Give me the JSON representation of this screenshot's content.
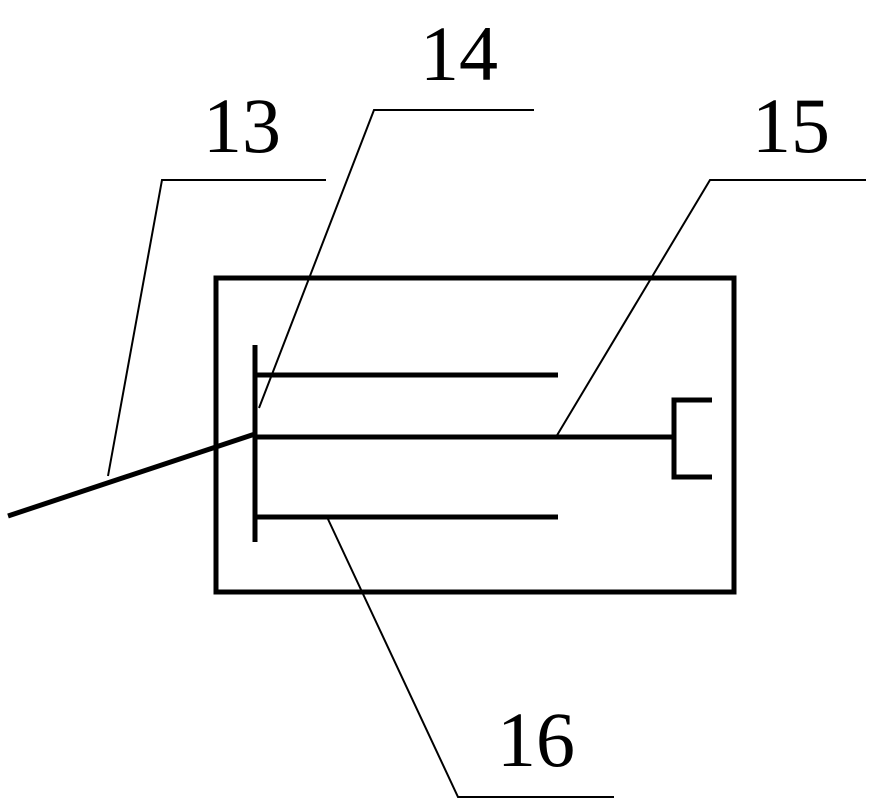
{
  "labels": {
    "l13": "13",
    "l14": "14",
    "l15": "15",
    "l16": "16"
  },
  "colors": {
    "stroke": "#000000",
    "background": "#ffffff"
  }
}
